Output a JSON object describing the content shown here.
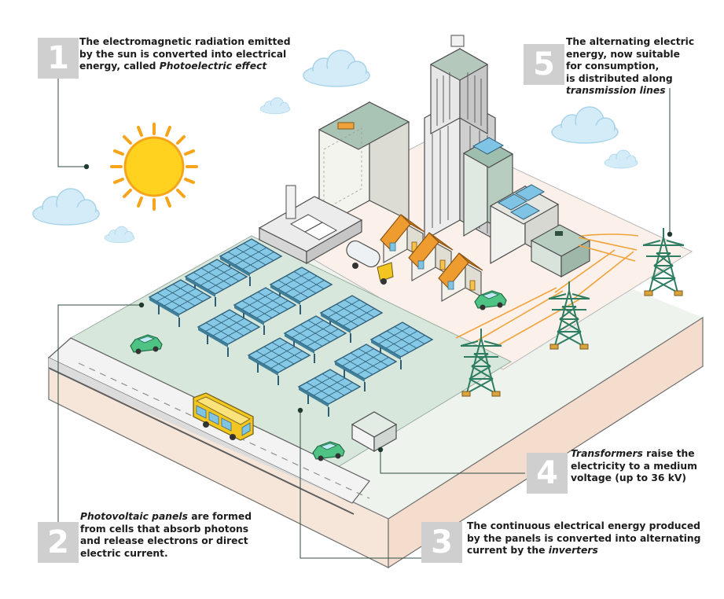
{
  "steps": [
    {
      "number": "1",
      "line1": "The electromagnetic radiation emitted",
      "line2": "by the sun is converted into electrical",
      "line3_a": "energy, called ",
      "line3_em": "Photoelectric effect"
    },
    {
      "number": "2",
      "line1_em": "Photovoltaic panels",
      "line1_b": " are formed",
      "line2": "from cells that absorb photons",
      "line3": "and release electrons or direct",
      "line4": "electric current."
    },
    {
      "number": "3",
      "line1": "The continuous electrical energy produced",
      "line2": "by the panels is converted into alternating",
      "line3_a": "current by the ",
      "line3_em": "inverters"
    },
    {
      "number": "4",
      "line1_em": "Transformers",
      "line1_b": " raise the",
      "line2": "electricity to a medium",
      "line3": "voltage (up to 36 kV)"
    },
    {
      "number": "5",
      "line1": "The alternating electric",
      "line2": "energy, now suitable",
      "line3": "for consumption,",
      "line4": "is distributed along",
      "line5_em": "transmission lines"
    }
  ],
  "colors": {
    "badge": "#cfcfcf",
    "ground": "#dfe8e1",
    "panel": "#7fc4e4",
    "panel_frame": "#3c6f86",
    "tower": "#2f7f63",
    "wire": "#f0a33a",
    "sun": "#ffd21f",
    "sun_ray": "#f6a51b",
    "cloud": "#cfe9f7",
    "road": "#f2f2f2",
    "roof": "#f0a33a",
    "bus": "#f2c521",
    "car": "#4fc383",
    "leader_line": "#2f4f3f"
  }
}
